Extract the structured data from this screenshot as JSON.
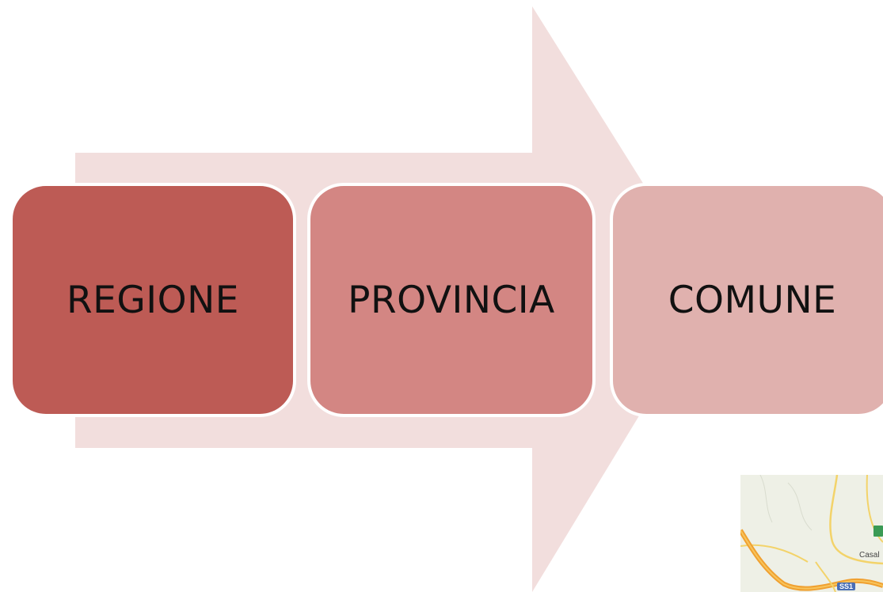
{
  "diagram": {
    "steps": [
      {
        "label": "REGIONE",
        "color": "#bd5b55"
      },
      {
        "label": "PROVINCIA",
        "color": "#d38683"
      },
      {
        "label": "COMUNE",
        "color": "#e0b1ae"
      }
    ],
    "arrow_color": "#f2dedd"
  },
  "map_thumbnail": {
    "place_label": "Casal",
    "road_shield": "SS1",
    "colors": {
      "land": "#eef0e6",
      "major_road": "#f0a030",
      "minor_road": "#f3d36a"
    }
  }
}
